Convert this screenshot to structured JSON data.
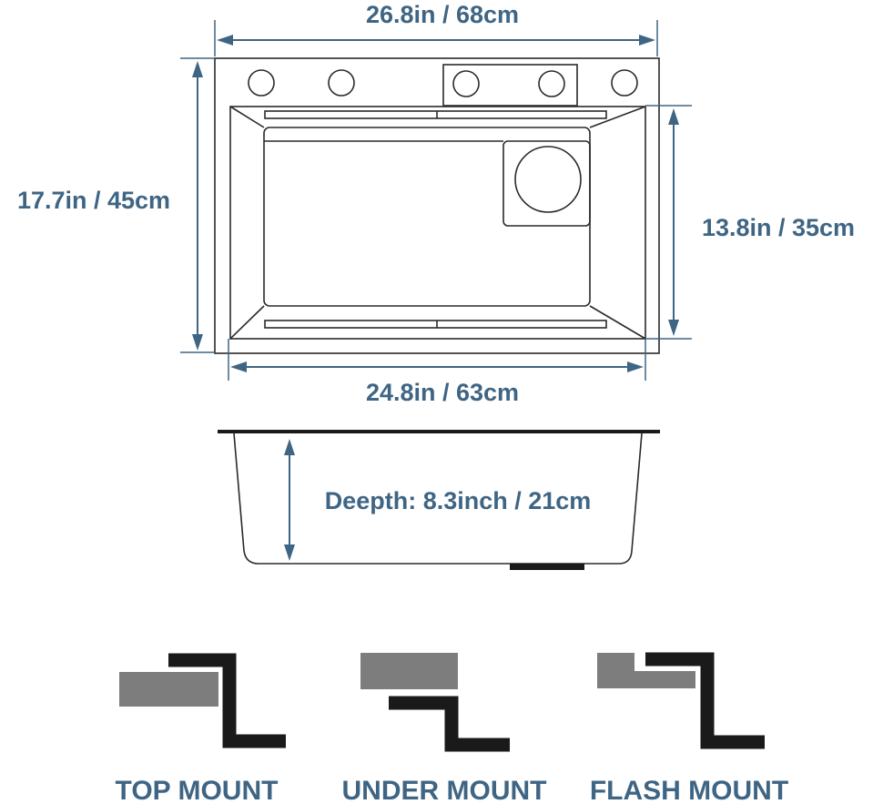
{
  "dimensions": {
    "overall_width": "26.8in / 68cm",
    "overall_depth": "17.7in / 45cm",
    "basin_front_to_back": "13.8in / 35cm",
    "basin_width": "24.8in / 63cm",
    "bowl_depth": "Deepth: 8.3inch / 21cm"
  },
  "mount_types": {
    "top": "TOP MOUNT",
    "under": "UNDER MOUNT",
    "flash": "FLASH MOUNT"
  },
  "colors": {
    "dimension": "#3f6584",
    "outline": "#2a2a2a",
    "countertop": "#7d7d7d",
    "sink_edge": "#1a1a1a"
  }
}
